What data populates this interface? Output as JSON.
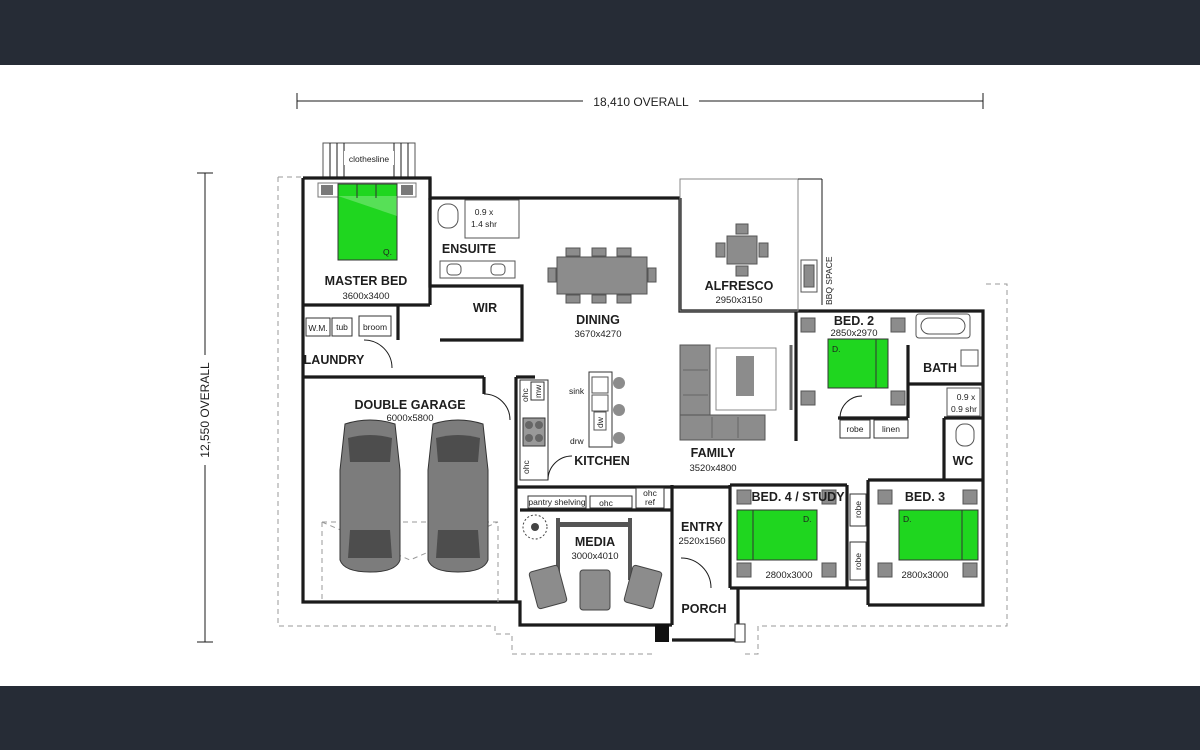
{
  "colors": {
    "band": "#262c36",
    "bed_green": "#1fd61f",
    "furniture_grey": "#8c8c8c",
    "wall": "#1b1b1b",
    "paper": "#ffffff"
  },
  "dimensions": {
    "width_overall": "18,410 OVERALL",
    "height_overall": "12,550 OVERALL"
  },
  "rooms": {
    "master_bed": {
      "name": "MASTER BED",
      "size": "3600x3400"
    },
    "ensuite": {
      "name": "ENSUITE"
    },
    "ensuite_shower": {
      "line1": "0.9 x",
      "line2": "1.4 shr"
    },
    "wir": {
      "name": "WIR"
    },
    "laundry": {
      "name": "LAUNDRY"
    },
    "dining": {
      "name": "DINING",
      "size": "3670x4270"
    },
    "alfresco": {
      "name": "ALFRESCO",
      "size": "2950x3150"
    },
    "bed2": {
      "name": "BED. 2",
      "size": "2850x2970"
    },
    "bath": {
      "name": "BATH"
    },
    "bath_shower": {
      "line1": "0.9 x",
      "line2": "0.9 shr"
    },
    "wc": {
      "name": "WC"
    },
    "double_garage": {
      "name": "DOUBLE GARAGE",
      "size": "6000x5800"
    },
    "kitchen": {
      "name": "KITCHEN"
    },
    "family": {
      "name": "FAMILY",
      "size": "3520x4800"
    },
    "bed4": {
      "name": "BED. 4 / STUDY",
      "size": "2800x3000"
    },
    "bed3": {
      "name": "BED. 3",
      "size": "2800x3000"
    },
    "media": {
      "name": "MEDIA",
      "size": "3000x4010"
    },
    "entry": {
      "name": "ENTRY",
      "size": "2520x1560"
    },
    "porch": {
      "name": "PORCH"
    }
  },
  "fixtures": {
    "clothesline": "clothesline",
    "wm": "W.M.",
    "tub": "tub",
    "broom": "broom",
    "bbq": "BBQ SPACE",
    "sink": "sink",
    "drw": "drw",
    "dw": "dw",
    "ohc": "ohc",
    "mw": "mw",
    "pantry": "pantry shelving",
    "ref": "ref",
    "robe": "robe",
    "linen": "linen",
    "bed_marker_q": "Q.",
    "bed_marker_d": "D."
  }
}
